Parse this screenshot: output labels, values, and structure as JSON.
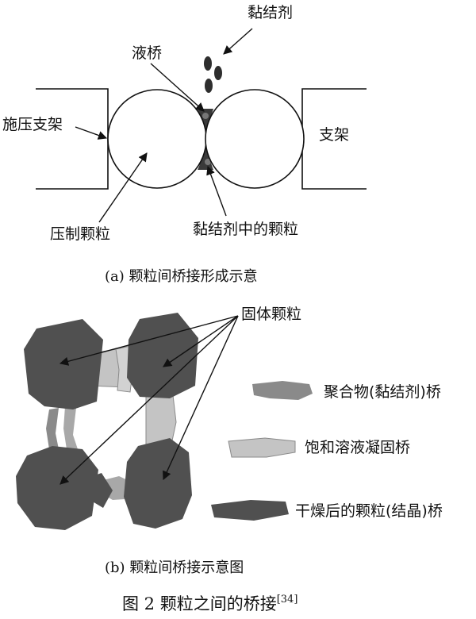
{
  "panel_a": {
    "binder_label": "黏结剂",
    "liquid_bridge_label": "液桥",
    "press_frame_label": "施压支架",
    "support_label": "支架",
    "pressed_particle_label": "压制颗粒",
    "particle_in_binder_label": "黏结剂中的颗粒",
    "caption": "(a) 颗粒间桥接形成示意"
  },
  "panel_b": {
    "solid_particle_label": "固体颗粒",
    "legend": [
      {
        "label": "聚合物(黏结剂)桥",
        "color": "#8a8a8a"
      },
      {
        "label": "饱和溶液凝固桥",
        "color": "#c4c4c4"
      },
      {
        "label": "干燥后的颗粒(结晶)桥",
        "color": "#505050"
      }
    ],
    "caption": "(b) 颗粒间桥接示意图"
  },
  "figure": {
    "title_prefix": "图 2   颗粒之间的桥接",
    "reference": "[34]"
  },
  "colors": {
    "particle_dark": "#505050",
    "bridge_light": "#c4c4c4",
    "bridge_mid": "#8a8a8a"
  }
}
